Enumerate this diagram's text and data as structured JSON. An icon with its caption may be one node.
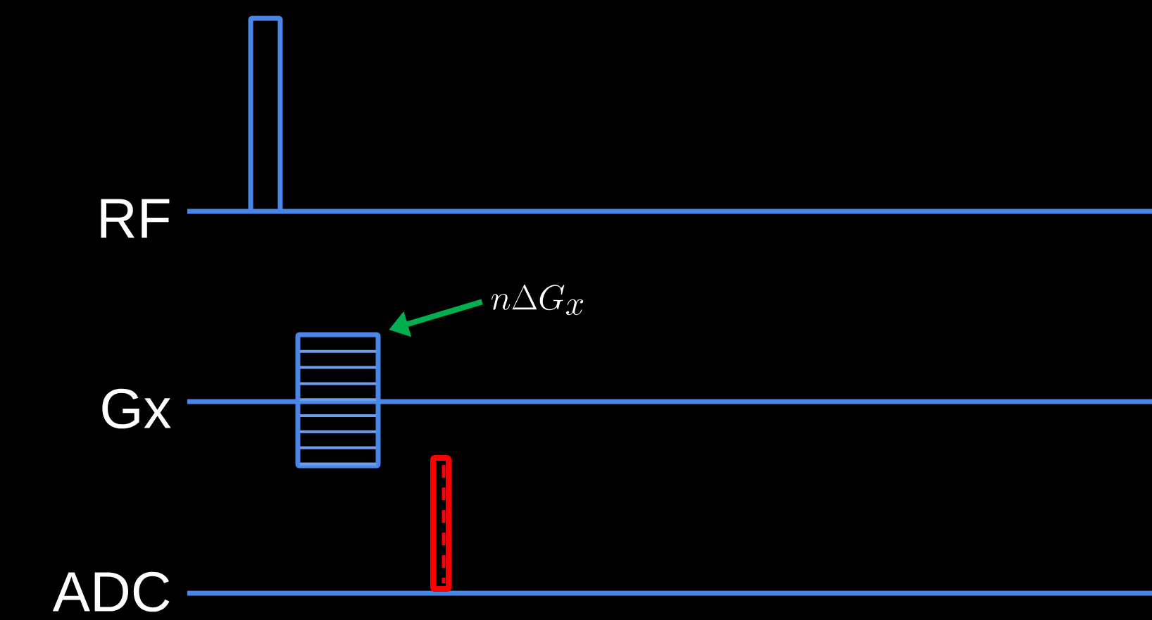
{
  "diagram": {
    "nodes": [
      {
        "text": [
          "n\\Delta G_x"
        ]
      },
      {
        "text": [],
        "shape": "box"
      }
    ],
    "edges": [
      {
        "from": 0,
        "to": 1,
        "arrow": "to",
        "color": "#00b050"
      }
    ],
    "labels": [
      "RF",
      "Gx",
      "ADC"
    ]
  }
}
